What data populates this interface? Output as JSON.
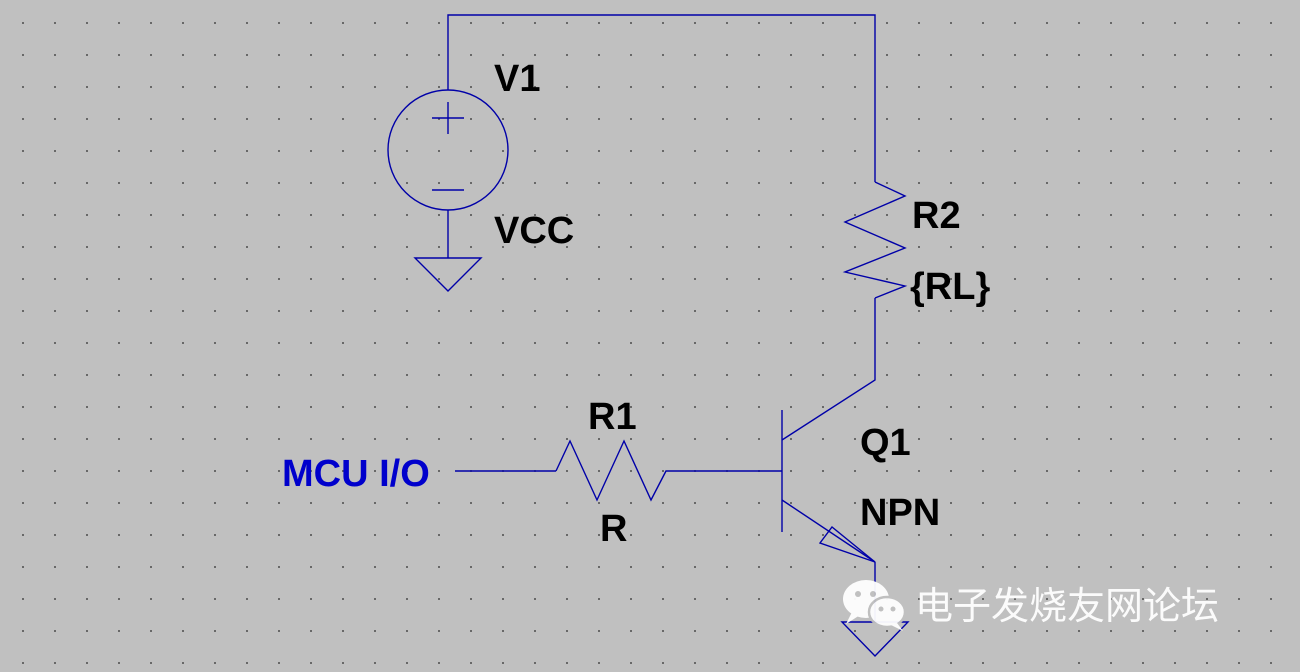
{
  "colors": {
    "background": "#c0c0c0",
    "grid_dot": "#5a5a5a",
    "wire": "#0000a8",
    "label": "#000000",
    "net_label": "#0000cc",
    "watermark": "#ffffff"
  },
  "components": {
    "v1": {
      "ref": "V1",
      "value": "VCC"
    },
    "r2": {
      "ref": "R2",
      "value": "{RL}"
    },
    "r1": {
      "ref": "R1",
      "value": "R"
    },
    "q1": {
      "ref": "Q1",
      "value": "NPN"
    }
  },
  "net_label": {
    "text": "MCU I/O"
  },
  "watermark": {
    "icon": "wechat-icon",
    "text": "电子发烧友网论坛"
  }
}
